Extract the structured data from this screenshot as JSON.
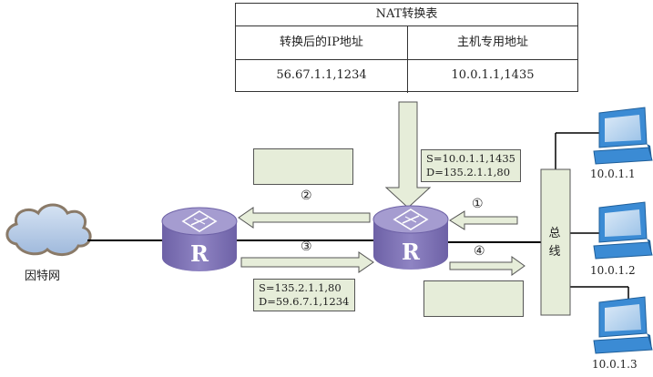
{
  "nat_table": {
    "title": "NAT转换表",
    "columns": [
      "转换后的IP地址",
      "主机专用地址"
    ],
    "rows": [
      [
        "56.67.1.1,1234",
        "10.0.1.1,1435"
      ]
    ]
  },
  "internet_label": "因特网",
  "router_symbol": "R",
  "bus_label_chars": [
    "总",
    "线"
  ],
  "hosts": [
    {
      "ip": "10.0.1.1"
    },
    {
      "ip": "10.0.1.2"
    },
    {
      "ip": "10.0.1.3"
    }
  ],
  "steps": [
    "①",
    "②",
    "③",
    "④"
  ],
  "packet_right": {
    "src": "S=10.0.1.1,1435",
    "dst": "D=135.2.1.1,80"
  },
  "packet_bottom": {
    "src": "S=135.2.1.1,80",
    "dst": "D=59.6.7.1,1234"
  },
  "colors": {
    "router_top": "#a59cd0",
    "router_body": "#7e72b4",
    "arrow_fill": "#e6edd9",
    "cloud": "#b8cde6",
    "bus": "#e6edd9",
    "monitor": "#3b8bd4"
  }
}
